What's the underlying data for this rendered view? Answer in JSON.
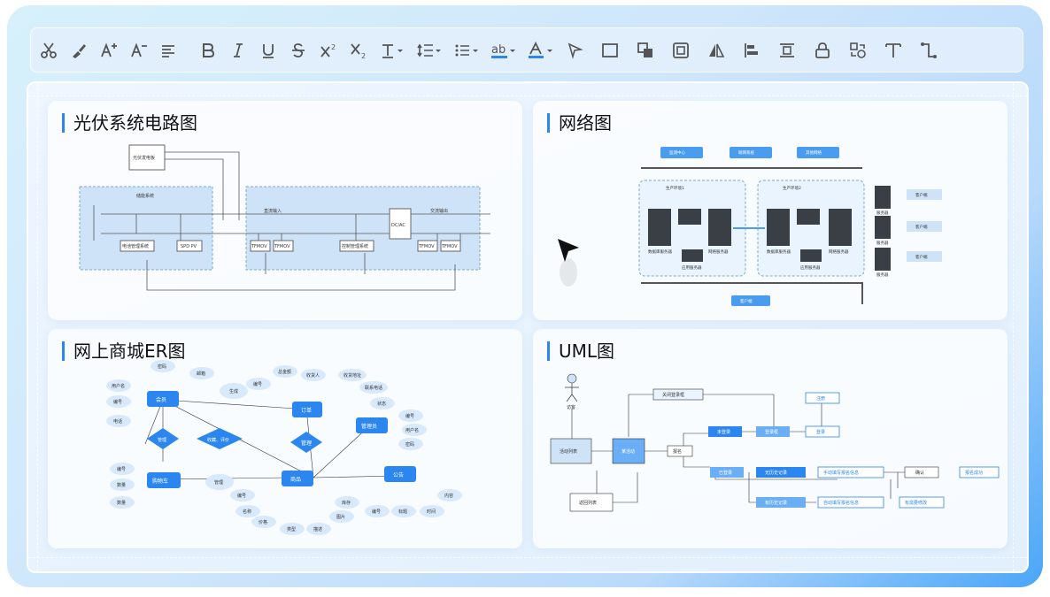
{
  "toolbar": {
    "icons": [
      "scissors-icon",
      "format-brush-icon",
      "font-increase-icon",
      "font-decrease-icon",
      "align-left-icon",
      "bold-icon",
      "italic-icon",
      "underline-icon",
      "strikethrough-icon",
      "superscript-icon",
      "subscript-icon",
      "text-style-icon",
      "line-spacing-icon",
      "list-icon",
      "highlight-icon",
      "font-color-icon",
      "fill-icon",
      "border-icon",
      "arrange-icon",
      "group-icon",
      "flip-icon",
      "align-icon",
      "distribute-icon",
      "lock-icon",
      "replace-icon",
      "text-icon",
      "connector-icon"
    ],
    "accent": "#2b86f0"
  },
  "cards": {
    "pv": {
      "title": "光伏系统电路图",
      "labels": [
        "光伏发电板",
        "储能系统",
        "电池管理系统",
        "SPD PV",
        "直流输入",
        "TFMOV",
        "TFMOV",
        "控制管理系统",
        "DC/AC",
        "交流输出",
        "TFMOV",
        "TFMOV"
      ]
    },
    "network": {
      "title": "网络图",
      "labels": [
        "监测中心",
        "联网系统",
        "其他网络",
        "生产环境1",
        "生产环境2",
        "数据库服务器",
        "网络服务器",
        "应用服务器",
        "数据库服务器",
        "网络服务器",
        "应用服务器",
        "服务器",
        "服务器",
        "服务器",
        "客户端",
        "客户端",
        "客户端",
        "客户端"
      ]
    },
    "er": {
      "title": "网上商城ER图",
      "labels": [
        "会员",
        "订单",
        "管理员",
        "管理",
        "收藏、评价",
        "购物车",
        "商品",
        "公告",
        "管理",
        "生成",
        "管理",
        "用户名",
        "编号",
        "电话",
        "密码",
        "邮箱",
        "编号",
        "总金额",
        "收货人",
        "收货地址",
        "联系电话",
        "状态",
        "编号",
        "用户名",
        "密码",
        "编号",
        "数量",
        "数量",
        "编号",
        "名称",
        "价格",
        "类型",
        "描述",
        "库存",
        "图片",
        "编号",
        "标题",
        "时间",
        "内容"
      ]
    },
    "uml": {
      "title": "UML图",
      "labels": [
        "访客",
        "活动列表",
        "某活动",
        "关闭登录框",
        "未登录",
        "登录框",
        "注册",
        "登录",
        "报名",
        "已登录",
        "无历史记录",
        "手动填写报名信息",
        "确认",
        "报名成功",
        "有历史记录",
        "自动填写报名信息",
        "有需要修改",
        "返回列表"
      ]
    }
  }
}
